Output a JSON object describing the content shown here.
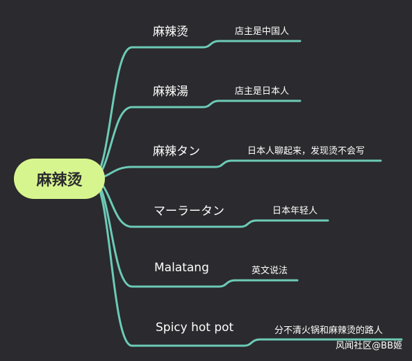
{
  "colors": {
    "background": "#2b2a2e",
    "root_fill": "#d7f58e",
    "connector": "#6ccbb7",
    "text": "#ffffff"
  },
  "root": {
    "label": "麻辣烫"
  },
  "branches": [
    {
      "label": "麻辣烫",
      "note": "店主是中国人"
    },
    {
      "label": "麻辣湯",
      "note": "店主是日本人"
    },
    {
      "label": "麻辣タン",
      "note": "日本人聊起来，发现烫不会写"
    },
    {
      "label": "マーラータン",
      "note": "日本年轻人"
    },
    {
      "label": "Malatang",
      "note": "英文说法"
    },
    {
      "label": "Spicy hot pot",
      "note": "分不清火锅和麻辣烫的路人"
    }
  ],
  "watermark": "风闻社区@BB姬"
}
